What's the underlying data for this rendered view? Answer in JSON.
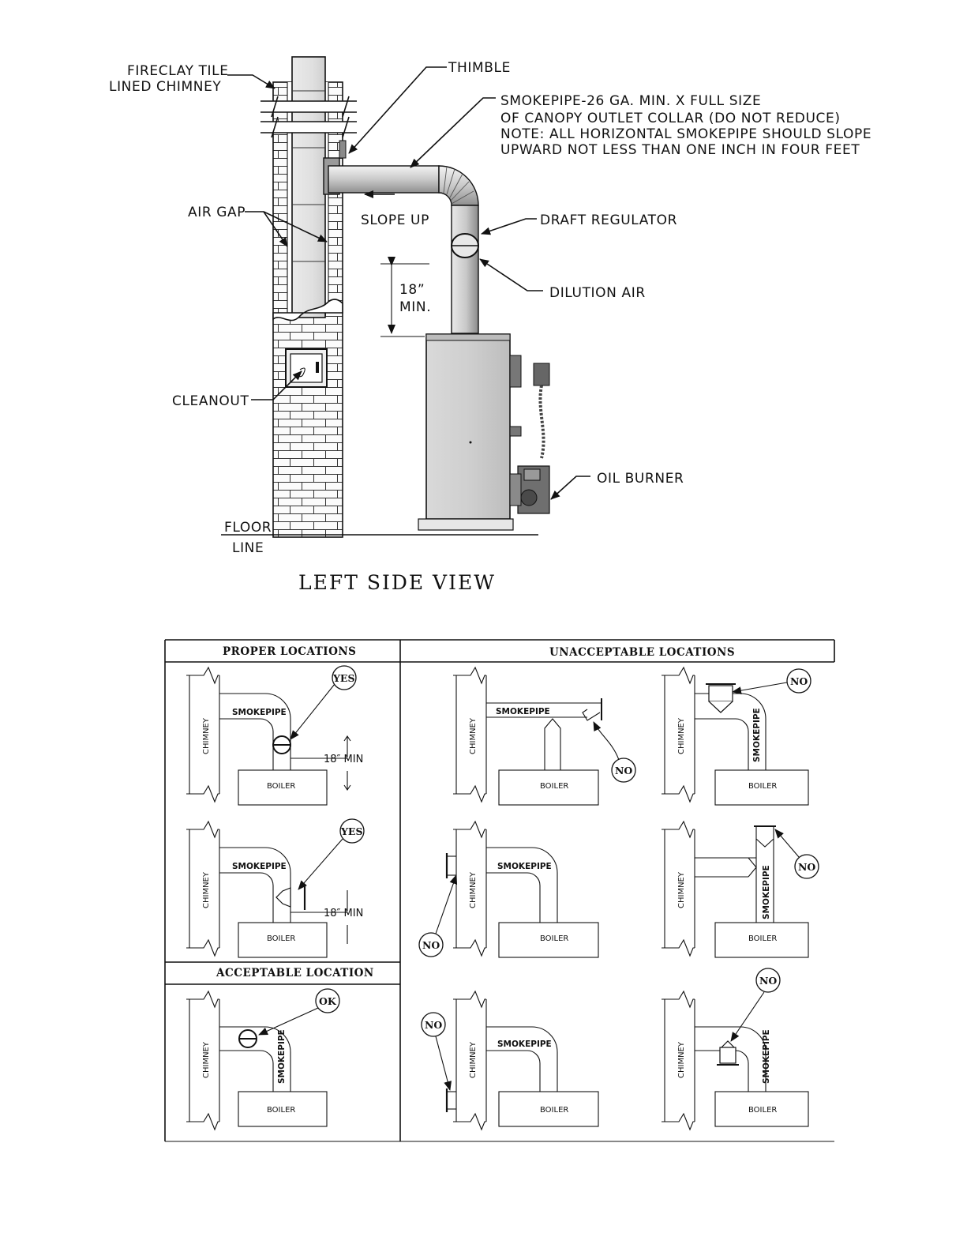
{
  "top_view": {
    "title": "LEFT SIDE VIEW",
    "labels": {
      "fireclay_1": "FIRECLAY TILE",
      "fireclay_2": "LINED CHIMNEY",
      "thimble": "THIMBLE",
      "smokepipe_1": "SMOKEPIPE-26 GA. MIN. X FULL SIZE",
      "smokepipe_2": "OF CANOPY OUTLET COLLAR (DO NOT REDUCE)",
      "smokepipe_3": "NOTE: ALL HORIZONTAL SMOKEPIPE SHOULD SLOPE",
      "smokepipe_4": "UPWARD NOT LESS THAN ONE INCH IN FOUR FEET",
      "air_gap": "AIR GAP",
      "slope_up": "SLOPE UP",
      "draft_regulator": "DRAFT REGULATOR",
      "dilution_air": "DILUTION AIR",
      "min_1": "18”",
      "min_2": "MIN.",
      "cleanout": "CLEANOUT",
      "oil_burner": "OIL BURNER",
      "floor_1": "FLOOR",
      "floor_2": "LINE"
    }
  },
  "table": {
    "proper_header": "PROPER LOCATIONS",
    "unacceptable_header": "UNACCEPTABLE LOCATIONS",
    "acceptable_header": "ACCEPTABLE LOCATION",
    "chimney": "CHIMNEY",
    "smokepipe": "SMOKEPIPE",
    "boiler": "BOILER",
    "min": "18″ MIN",
    "yes": "YES",
    "no": "NO",
    "ok": "OK"
  }
}
